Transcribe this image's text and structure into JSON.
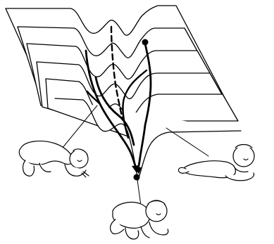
{
  "figure": {
    "landscape": {
      "layers": 5
    },
    "trajectories": [
      {
        "id": "left-path",
        "style": "solid"
      },
      {
        "id": "center-path",
        "style": "dashed"
      },
      {
        "id": "right-path",
        "style": "solid"
      }
    ],
    "babies": [
      {
        "id": "baby-left",
        "posture": "crawling-belly"
      },
      {
        "id": "baby-bottom",
        "posture": "hands-and-knees"
      },
      {
        "id": "baby-right",
        "posture": "prone-propped"
      }
    ]
  }
}
